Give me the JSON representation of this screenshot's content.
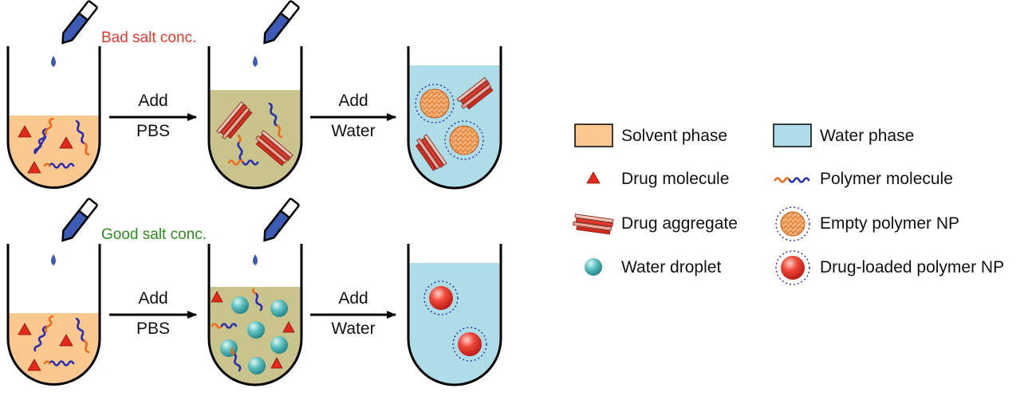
{
  "colors": {
    "solvent": "#fbc88f",
    "water": "#aedde8",
    "mixed": "#c9c48c",
    "bad_note": "#e43b2f",
    "good_note": "#2f8a1f",
    "drug": "#e4281c",
    "polymer_orange": "#f06a1c",
    "polymer_blue": "#2a2fb0",
    "droplet": "#4fb5b5",
    "np_red": "#e8312a",
    "dropper_blue": "#3b5bb5"
  },
  "rows": [
    {
      "note": "Bad salt conc.",
      "note_color": "bad",
      "step1": {
        "line1": "Add",
        "line2": "PBS"
      },
      "step2": {
        "line1": "Add",
        "line2": "Water"
      }
    },
    {
      "note": "Good salt conc.",
      "note_color": "good",
      "step1": {
        "line1": "Add",
        "line2": "PBS"
      },
      "step2": {
        "line1": "Add",
        "line2": "Water"
      }
    }
  ],
  "legend": [
    {
      "icon": "solvent-swatch",
      "label": "Solvent phase"
    },
    {
      "icon": "water-swatch",
      "label": "Water phase"
    },
    {
      "icon": "drug-molecule-icon",
      "label": "Drug molecule"
    },
    {
      "icon": "polymer-molecule-icon",
      "label": "Polymer molecule"
    },
    {
      "icon": "drug-aggregate-icon",
      "label": "Drug aggregate"
    },
    {
      "icon": "empty-polymer-np-icon",
      "label": "Empty polymer NP"
    },
    {
      "icon": "water-droplet-icon",
      "label": "Water droplet"
    },
    {
      "icon": "drug-loaded-np-icon",
      "label": "Drug-loaded polymer NP"
    }
  ]
}
